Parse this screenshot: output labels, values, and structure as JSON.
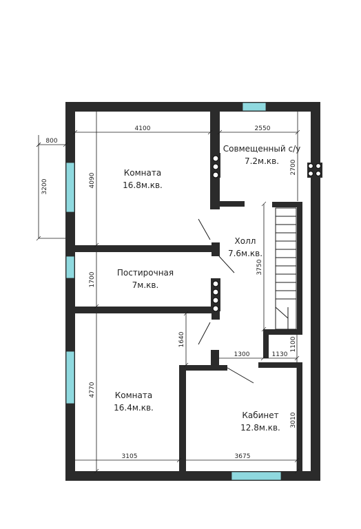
{
  "rooms": [
    {
      "name": "Комната",
      "area": "16.8м.кв."
    },
    {
      "name": "Совмещенный с/у",
      "area": "7.2м.кв."
    },
    {
      "name": "Холл",
      "area": "7.6м.кв."
    },
    {
      "name": "Постирочная",
      "area": "7м.кв."
    },
    {
      "name": "Комната",
      "area": "16.4м.кв."
    },
    {
      "name": "Кабинет",
      "area": "12.8м.кв."
    }
  ],
  "dimensions": {
    "top_left": "4100",
    "top_right": "2550",
    "ext_width": "800",
    "ext_height": "3200",
    "room1_height": "4090",
    "bath_height": "2700",
    "hall_height": "3750",
    "laundry_height": "1700",
    "corridor_height": "1640",
    "room2_height": "4770",
    "cab_top_left": "1300",
    "cab_top_right": "1130",
    "stair_gap": "1100",
    "cab_height": "3010",
    "bottom_left": "3105",
    "bottom_right": "3675"
  }
}
